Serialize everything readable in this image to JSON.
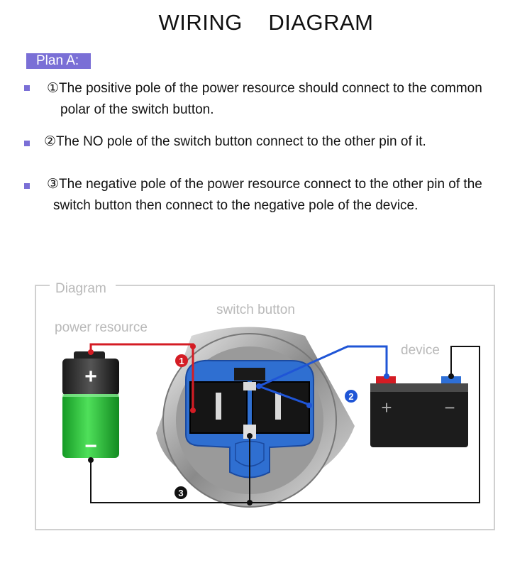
{
  "title": "WIRING    DIAGRAM",
  "plan": "Plan A:",
  "steps": [
    {
      "marker": "①",
      "line1": "The positive pole of the power resource should connect to the common",
      "line2": "polar  of the switch button."
    },
    {
      "marker": "②",
      "line1": "The NO pole of the switch button connect to the other pin of it.",
      "line2": ""
    },
    {
      "marker": "③",
      "line1": "The negative pole of the power resource connect to the other pin of the",
      "line2": "switch button then connect to the negative pole of the device."
    }
  ],
  "diagram": {
    "frame_label": "Diagram",
    "switch_label": "switch button",
    "power_label": "power resource",
    "device_label": "device",
    "battery_plus": "+",
    "battery_minus": "−",
    "device_plus": "+",
    "device_minus": "−",
    "markers": [
      "1",
      "2",
      "3"
    ]
  },
  "colors": {
    "accent": "#7a6fd6",
    "positive_wire": "#d41c24",
    "no_wire": "#1f55d6",
    "negative_wire": "#111111",
    "battery_green": "#27c33a",
    "switch_blue": "#2f6fd1"
  }
}
